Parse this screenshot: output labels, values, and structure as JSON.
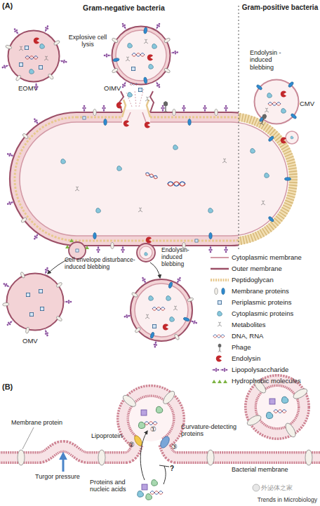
{
  "diagram": {
    "nodes": [
      {
        "text": [
          "EOMV"
        ]
      },
      {
        "text": [
          "OIMV"
        ]
      },
      {
        "text": [
          "CMV"
        ]
      },
      {
        "text": [
          "OMV"
        ]
      }
    ],
    "labels": [
      "(A)",
      "Gram-negative bacteria",
      "Gram-positive bacteria",
      "Explosive cell lysis",
      "Endolysin -induced blebbing",
      "Cell envelope disturbance-induced blebbing",
      "Endolysin- induced blebbing",
      "(B)",
      "Membrane protein",
      "Turgor pressure",
      "Lipoprotein",
      "②",
      "①",
      "?",
      "Curvature-detecting proteins",
      "③",
      "Bacterial membrane",
      "Proteins and nucleic acids",
      "Trends in Microbiology",
      "外泌体之家"
    ],
    "legend": [
      {
        "text": "Cytoplasmic membrane"
      },
      {
        "text": "Outer membrane"
      },
      {
        "text": "Peptidoglycan"
      },
      {
        "text": "Membrane proteins"
      },
      {
        "text": "Periplasmic proteins"
      },
      {
        "text": "Cytoplasmic proteins"
      },
      {
        "text": "Metabolites"
      },
      {
        "text": "DNA, RNA"
      },
      {
        "text": "Phage"
      },
      {
        "text": "Endolysin"
      },
      {
        "text": "Lipopolysaccharide"
      },
      {
        "text": "Hydrophobic molecules"
      }
    ]
  }
}
